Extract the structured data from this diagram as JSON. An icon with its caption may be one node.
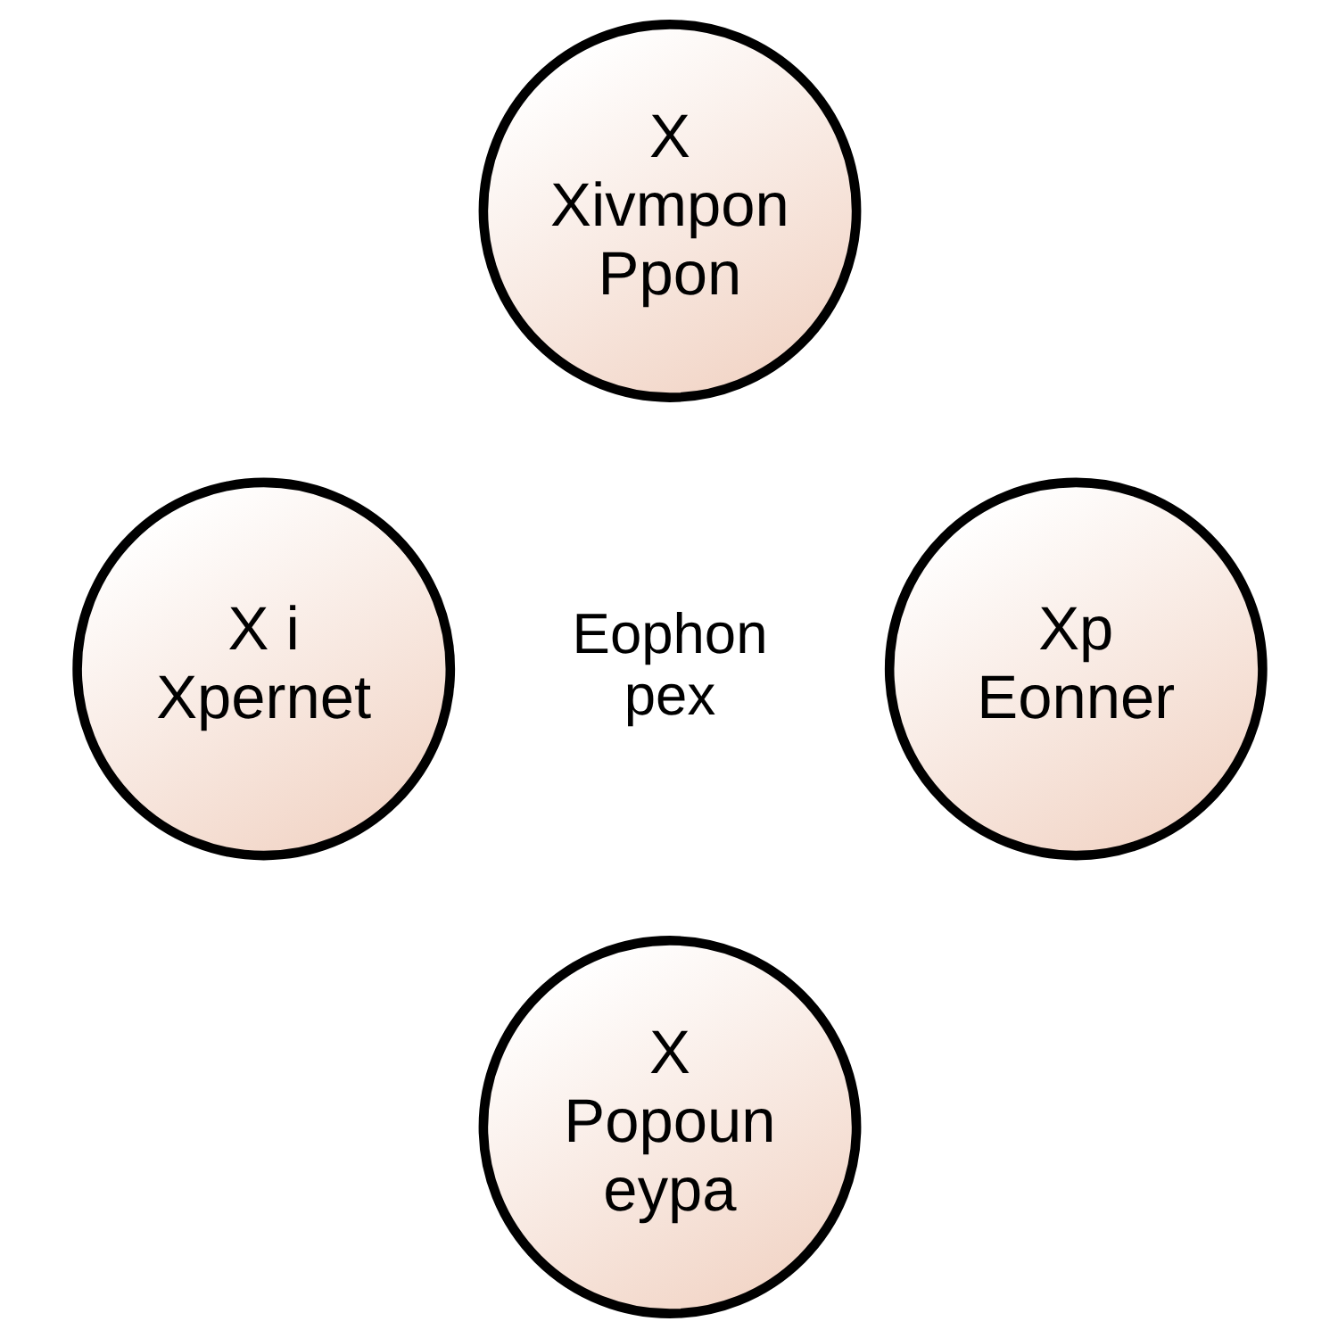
{
  "diagram": {
    "nodes": [
      {
        "text": [
          "X",
          "Xivmpon",
          "Ppon"
        ]
      },
      {
        "text": [
          "X i",
          "Xpernet"
        ]
      },
      {
        "text": [
          "Xp",
          "Eonner"
        ]
      },
      {
        "text": [
          "X",
          "Popoun",
          "eypa"
        ]
      }
    ],
    "edges": [],
    "labels": [
      "Eophon pex"
    ]
  }
}
